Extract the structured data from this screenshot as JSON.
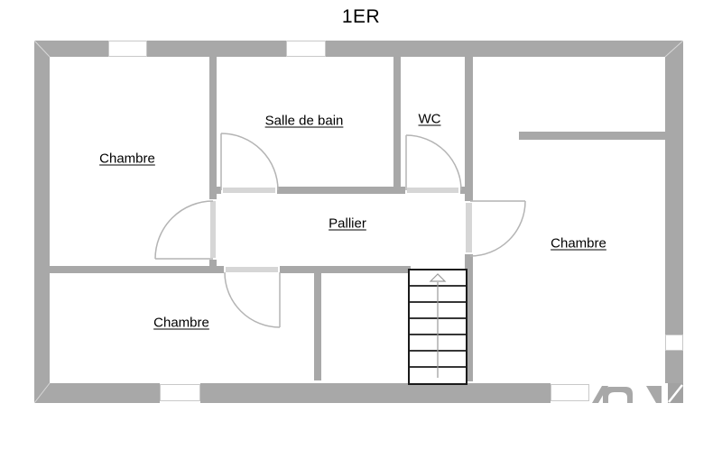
{
  "title": "1ER",
  "rooms": {
    "chambre_top_left": {
      "label": "Chambre"
    },
    "salle_de_bain": {
      "label": "Salle de bain"
    },
    "wc": {
      "label": "WC"
    },
    "pallier": {
      "label": "Pallier"
    },
    "chambre_right": {
      "label": "Chambre"
    },
    "chambre_bottom_left": {
      "label": "Chambre"
    }
  },
  "stairs": {
    "steps": 7,
    "direction_icon": "up-arrow"
  },
  "colors": {
    "wall": "#a8a8a8",
    "door_sill": "#d6d6d6",
    "door_arc": "#b4b4b4",
    "stair_outline": "#1a1a1a",
    "background": "#ffffff",
    "text": "#000000"
  }
}
